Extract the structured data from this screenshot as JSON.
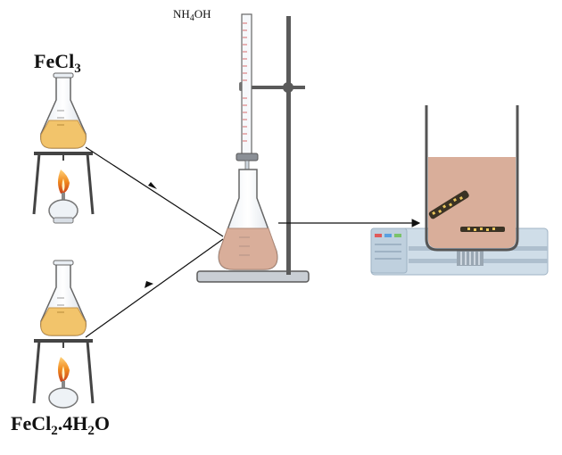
{
  "labels": {
    "fecl3": {
      "main": "FeCl",
      "sub": "3"
    },
    "fecl2": {
      "p1": "FeCl",
      "s1": "2",
      "p2": ".4H",
      "s2": "2",
      "p3": "O"
    },
    "nh4oh": {
      "p1": "NH",
      "s1": "4",
      "p2": "OH"
    }
  },
  "colors": {
    "solution_yellow": "#f2c46b",
    "precipitate_brown": "#d9ae9a",
    "flame_orange": "#f08a1e",
    "drop_blue": "#8cc6e8",
    "stand_gray": "#5a5a5a",
    "stirrer_blue": "#cfdde8"
  },
  "icons": [
    "flask-icon",
    "burner-icon",
    "tripod-icon",
    "burette-icon",
    "beaker-icon",
    "magnetic-stirrer-icon"
  ]
}
